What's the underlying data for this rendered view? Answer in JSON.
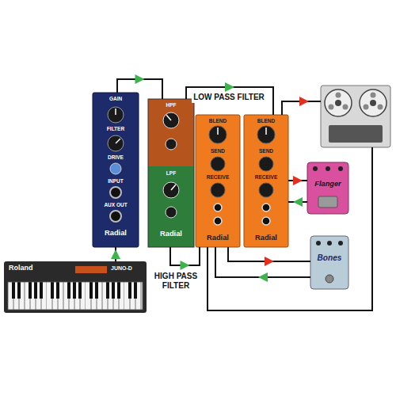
{
  "diagram": {
    "nodes": [
      {
        "text": [
          "Roland",
          "JUNO-D"
        ]
      },
      {
        "text": [
          "GAIN",
          "FILTER",
          "DRIVE",
          "INPUT",
          "AUX OUT",
          "Radial"
        ]
      },
      {
        "text": [
          "HPF",
          "LPF",
          "Radial"
        ]
      },
      {
        "text": [
          "BLEND",
          "SEND",
          "RECEIVE",
          "Radial"
        ]
      },
      {
        "text": [
          "BLEND",
          "SEND",
          "RECEIVE",
          "Radial"
        ]
      },
      {
        "text": [
          "Flanger"
        ]
      },
      {
        "text": [
          "Bones"
        ]
      }
    ],
    "edges": [
      {
        "from": 0,
        "to": 1,
        "arrow": "to"
      },
      {
        "from": 1,
        "to": 2,
        "arrow": "to"
      },
      {
        "from": 2,
        "to": 3,
        "label": "HIGH PASS FILTER",
        "arrow": "to"
      },
      {
        "from": 2,
        "to": 4,
        "label": "LOW PASS FILTER",
        "arrow": "to"
      },
      {
        "from": 4,
        "to": 5,
        "arrow": "to"
      },
      {
        "from": 5,
        "to": 4,
        "arrow": "to"
      },
      {
        "from": 3,
        "to": 6,
        "arrow": "to"
      },
      {
        "from": 6,
        "to": 3,
        "arrow": "to"
      }
    ]
  }
}
